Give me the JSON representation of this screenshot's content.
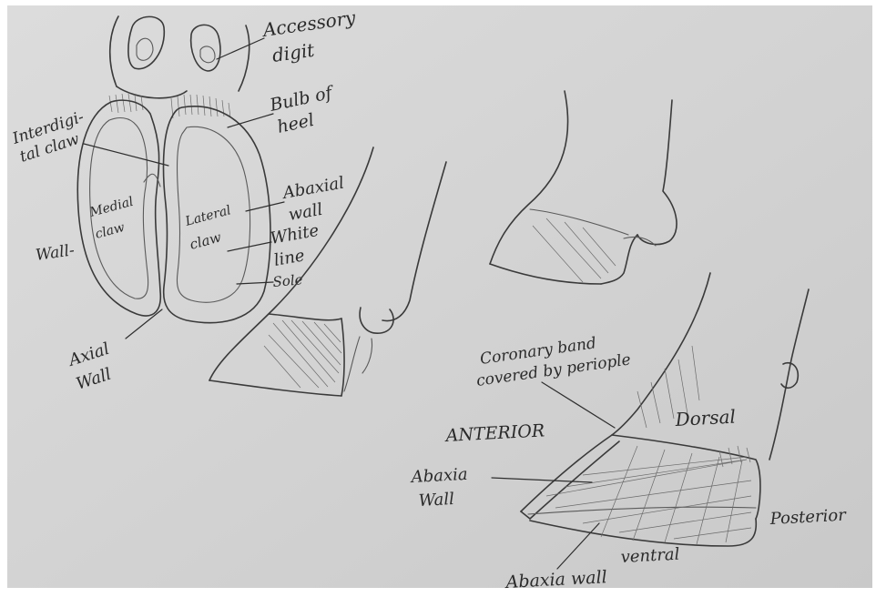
{
  "labels": {
    "accessory_digit_1": "Accessory",
    "accessory_digit_2": "digit",
    "bulb_of_heel_1": "Bulb of",
    "bulb_of_heel_2": "heel",
    "interdigital_1": "Interdigi-",
    "interdigital_2": "tal claw",
    "abaxial_wall_1": "Abaxial",
    "abaxial_wall_2": "wall",
    "medial_claw_1": "Medial",
    "medial_claw_2": "claw",
    "lateral_claw_1": "Lateral",
    "lateral_claw_2": "claw",
    "wall": "Wall-",
    "white_line_1": "White",
    "white_line_2": "line",
    "sole": "Sole",
    "axial_wall_1": "Axial",
    "axial_wall_2": "Wall",
    "coronary_band_1": "Coronary band",
    "coronary_band_2": "covered by periople",
    "anterior": "ANTERIOR",
    "dorsal": "Dorsal",
    "abaxia_wall_1": "Abaxia",
    "abaxia_wall_2": "Wall",
    "posterior": "Posterior",
    "ventral": "ventral",
    "abaxia_wall_bottom": "Abaxia wall"
  }
}
